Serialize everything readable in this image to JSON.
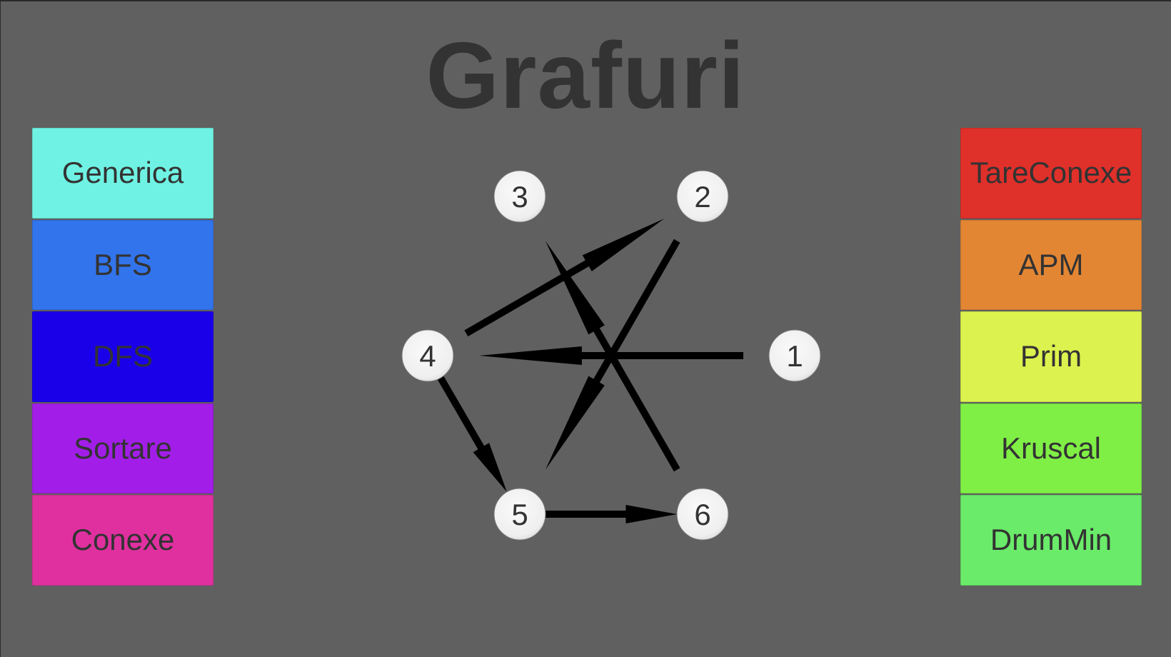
{
  "title": "Grafuri",
  "left_buttons": [
    {
      "label": "Generica",
      "color": "#6ff2e3"
    },
    {
      "label": "BFS",
      "color": "#3274ec"
    },
    {
      "label": "DFS",
      "color": "#1a00e8"
    },
    {
      "label": "Sortare",
      "color": "#a21ee8"
    },
    {
      "label": "Conexe",
      "color": "#e030a0"
    }
  ],
  "right_buttons": [
    {
      "label": "TareConexe",
      "color": "#e0302a"
    },
    {
      "label": "APM",
      "color": "#e38634"
    },
    {
      "label": "Prim",
      "color": "#dcf24e"
    },
    {
      "label": "Kruscal",
      "color": "#80ef45"
    },
    {
      "label": "DrumMin",
      "color": "#6aeb69"
    }
  ],
  "graph": {
    "nodes": [
      "1",
      "2",
      "3",
      "4",
      "5",
      "6"
    ],
    "edges": [
      {
        "from": "4",
        "to": "2"
      },
      {
        "from": "1",
        "to": "4"
      },
      {
        "from": "6",
        "to": "3"
      },
      {
        "from": "2",
        "to": "5"
      },
      {
        "from": "4",
        "to": "5"
      },
      {
        "from": "5",
        "to": "6"
      }
    ]
  }
}
